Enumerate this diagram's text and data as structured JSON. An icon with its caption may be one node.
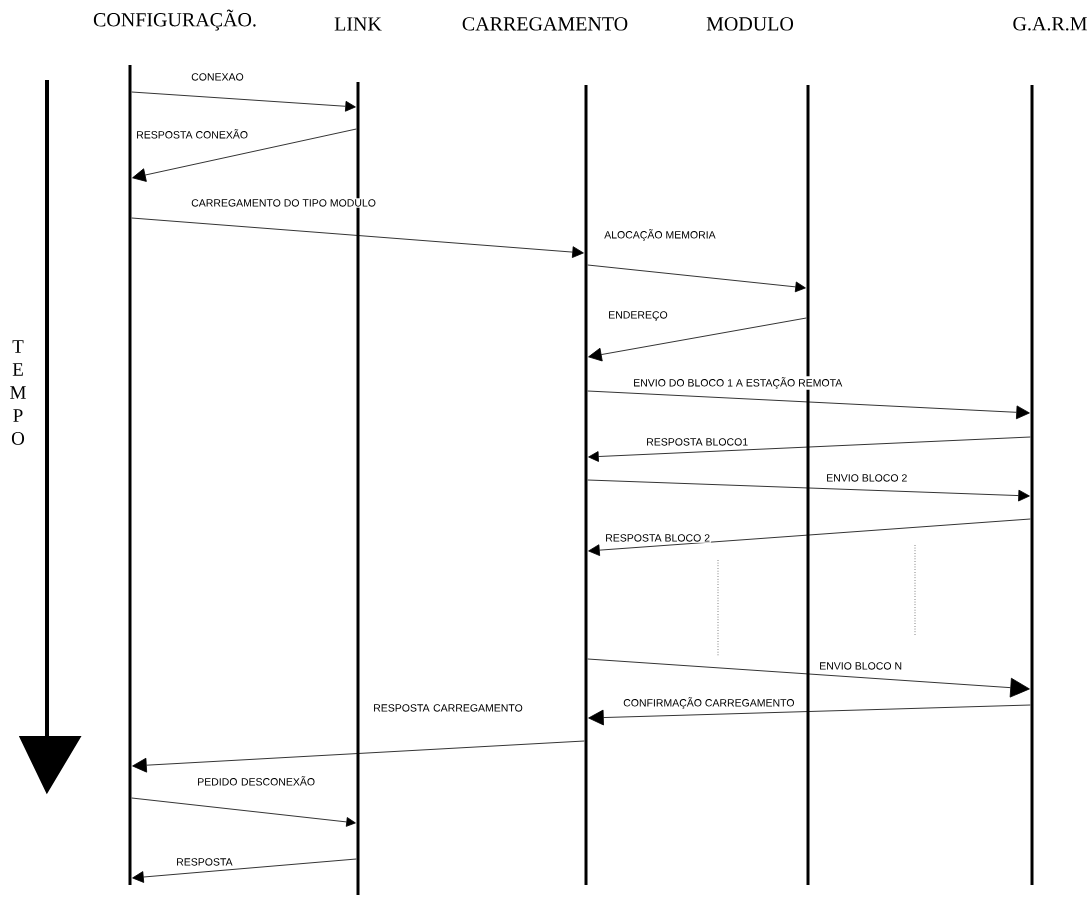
{
  "diagram": {
    "nodes": [
      {
        "text": [
          "CONFIGURAÇÃO."
        ]
      },
      {
        "text": [
          "LINK"
        ]
      },
      {
        "text": [
          "CARREGAMENTO"
        ]
      },
      {
        "text": [
          "MODULO"
        ]
      },
      {
        "text": [
          "G.A.R.M"
        ]
      }
    ],
    "edges": [
      {
        "from": 0,
        "to": 1,
        "arrow": "to",
        "label": "CONEXAO"
      },
      {
        "from": 1,
        "to": 0,
        "arrow": "to",
        "label": "RESPOSTA CONEXÃO"
      },
      {
        "from": 0,
        "to": 2,
        "arrow": "to",
        "label": "CARREGAMENTO DO TIPO MODULO"
      },
      {
        "from": 2,
        "to": 3,
        "arrow": "to",
        "label": "ALOCAÇÃO MEMORIA"
      },
      {
        "from": 3,
        "to": 2,
        "arrow": "to",
        "label": "ENDEREÇO"
      },
      {
        "from": 2,
        "to": 4,
        "arrow": "to",
        "label": "ENVIO DO BLOCO 1 A ESTAÇÃO REMOTA"
      },
      {
        "from": 4,
        "to": 2,
        "arrow": "to",
        "label": "RESPOSTA BLOCO1"
      },
      {
        "from": 2,
        "to": 4,
        "arrow": "to",
        "label": "ENVIO BLOCO 2"
      },
      {
        "from": 4,
        "to": 2,
        "arrow": "to",
        "label": "RESPOSTA BLOCO 2"
      },
      {
        "from": 2,
        "to": 4,
        "arrow": "to",
        "label": "ENVIO BLOCO N"
      },
      {
        "from": 4,
        "to": 2,
        "arrow": "to",
        "label": "CONFIRMAÇÃO CARREGAMENTO"
      },
      {
        "from": 2,
        "to": 0,
        "arrow": "to",
        "label": "RESPOSTA CARREGAMENTO"
      },
      {
        "from": 0,
        "to": 1,
        "arrow": "to",
        "label": "PEDIDO DESCONEXÃO"
      },
      {
        "from": 1,
        "to": 0,
        "arrow": "to",
        "label": "RESPOSTA"
      }
    ],
    "labels": [
      "TEMPO"
    ]
  }
}
